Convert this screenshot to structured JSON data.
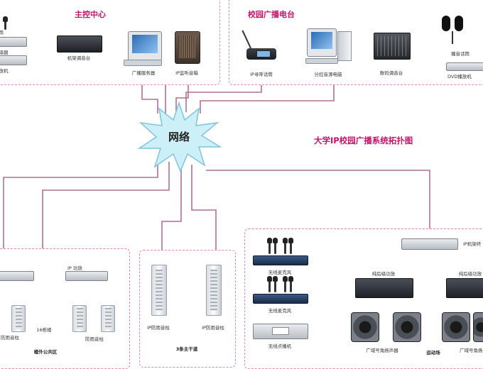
{
  "title": "大学IP校园广播系统拓扑图",
  "network_label": "网络",
  "colors": {
    "accent": "#c0146a",
    "line": "#b07090",
    "network_fill": "#cdeff7"
  },
  "main_control": {
    "title": "主控中心",
    "left_labels": [
      "话筒",
      "调谐器",
      "播放机"
    ],
    "rack_console": "机架调音台",
    "server": "广播服务器",
    "monitor_speaker": "IP监听音箱"
  },
  "studio": {
    "title": "校园广播电台",
    "paging_mic": "IP寻呼话筒",
    "control_pc": "分控音源电脑",
    "mixer": "数码调音台",
    "broadcast_mic": "播音话筒",
    "dvd": "DVD播放机"
  },
  "zone_outdoor": {
    "amp_label": "IP 功放",
    "speaker_left": "防雨音柱",
    "building_label": "16栋楼",
    "speaker_right": "防雨音柱",
    "zone_name": "楼外公共区"
  },
  "zone_road": {
    "speaker_left": "IP防雨音柱",
    "speaker_right": "IP防雨音柱",
    "zone_name": "3条主干道"
  },
  "zone_sports": {
    "rack_label": "IP机架终",
    "wireless_mic_1": "无线麦克风",
    "wireless_mic_2": "无线麦克风",
    "wireless_player": "无线点播机",
    "preamp_left": "纯后级功放",
    "preamp_right": "纯后级功放",
    "horn_left": "广域号角扬声器",
    "horn_right": "广域号角扬",
    "zone_name": "运动场"
  }
}
